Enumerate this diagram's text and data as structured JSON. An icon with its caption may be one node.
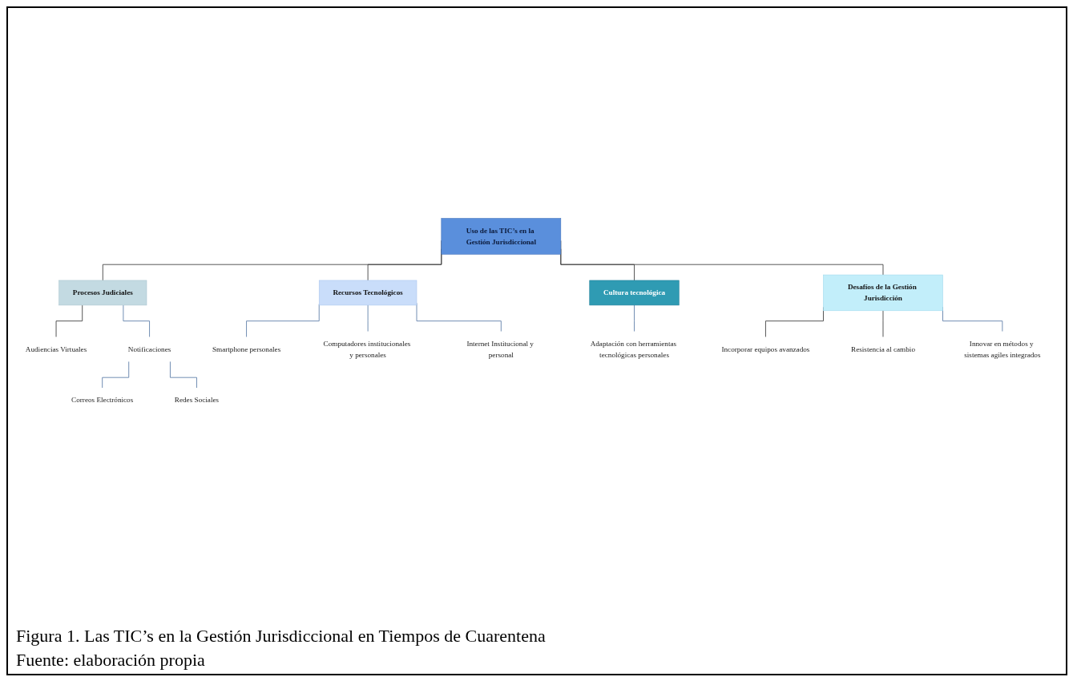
{
  "diagram": {
    "caption": "Figura 1. Las TIC’s en la Gestión Jurisdiccional en Tiempos de Cuarentena",
    "nodes": [
      {
        "text": [
          "Correos Electrónicos"
        ]
      },
      {
        "text": [
          "Audiencias Virtuales"
        ]
      },
      {
        "text": [
          "Notificaciones"
        ]
      },
      {
        "text": [
          "Redes Sociales"
        ]
      },
      {
        "text": [
          "Procesos Judiciales"
        ]
      },
      {
        "text": [
          "Smartphone personales"
        ]
      },
      {
        "text": [
          "Computadores institucionales y personales"
        ]
      },
      {
        "text": [
          "Recursos Tecnológicos"
        ]
      },
      {
        "text": [
          "Uso de las TIC’s en la Gestión Jurisdiccional"
        ]
      },
      {
        "text": [
          "Cultura tecnológica"
        ]
      },
      {
        "text": [
          "Adaptación con herramientas tecnológicas personales"
        ]
      },
      {
        "text": [
          "Internet Institucional y personal"
        ]
      },
      {
        "text": [
          "Desafíos de la Gestión Jurisdicción"
        ]
      },
      {
        "text": [
          "Incorporar equipos avanzados"
        ]
      },
      {
        "text": [
          "Resistencia al cambio"
        ]
      },
      {
        "text": [
          "Innovar en métodos y sistemas agiles integrados"
        ]
      }
    ],
    "edges": [
      {
        "from": 8,
        "to": 4,
        "arrow": "none",
        "color": "#3a3a3a"
      },
      {
        "from": 4,
        "to": 1,
        "arrow": "none",
        "color": "#3a3a3a"
      },
      {
        "from": 4,
        "to": 2,
        "arrow": "none"
      },
      {
        "from": 2,
        "to": 0,
        "arrow": "none"
      },
      {
        "from": 2,
        "to": 3,
        "arrow": "none"
      },
      {
        "from": 8,
        "to": 7,
        "arrow": "none",
        "color": "#3a3a3a"
      },
      {
        "from": 7,
        "to": 5,
        "arrow": "none"
      },
      {
        "from": 7,
        "to": 6,
        "arrow": "none"
      },
      {
        "from": 7,
        "to": 11,
        "arrow": "none"
      },
      {
        "from": 8,
        "to": 9,
        "arrow": "none",
        "color": "#3a3a3a"
      },
      {
        "from": 9,
        "to": 10,
        "arrow": "none"
      },
      {
        "from": 8,
        "to": 12,
        "arrow": "none",
        "color": "#3a3a3a"
      },
      {
        "from": 12,
        "to": 13,
        "arrow": "none",
        "color": "#3a3a3a"
      },
      {
        "from": 12,
        "to": 14,
        "arrow": "none",
        "color": "#3a3a3a"
      },
      {
        "from": 12,
        "to": 15,
        "arrow": "none"
      }
    ],
    "labels": [
      "Fuente: elaboración propia"
    ]
  }
}
